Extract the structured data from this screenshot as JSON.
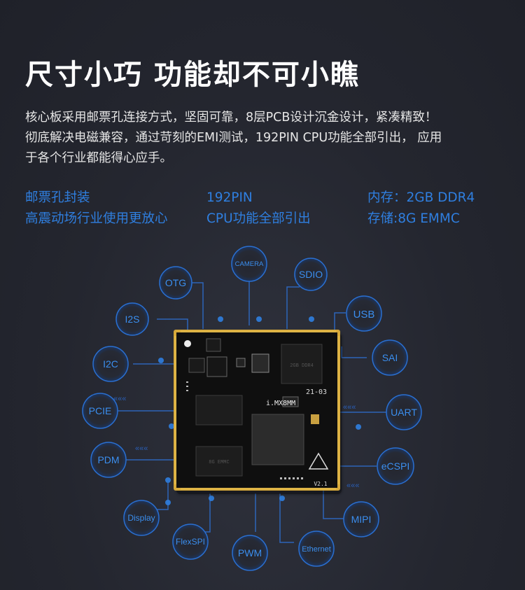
{
  "title": "尺寸小巧  功能却不可小瞧",
  "description": {
    "line1": "核心板采用邮票孔连接方式，坚固可靠，8层PCB设计沉金设计，紧凑精致！",
    "line2": "彻底解决电磁兼容，通过苛刻的EMI测试，192PIN CPU功能全部引出， 应用",
    "line3": "于各个行业都能得心应手。"
  },
  "specs": [
    {
      "line1": "邮票孔封装",
      "line2": "高震动场行业使用更放心"
    },
    {
      "line1": "192PIN",
      "line2": "CPU功能全部引出"
    },
    {
      "line1": "内存：2GB DDR4",
      "line2": "存储:8G EMMC"
    }
  ],
  "interfaces": {
    "camera": "CAMERA",
    "otg": "OTG",
    "sdio": "SDIO",
    "i2s": "I2S",
    "usb": "USB",
    "i2c": "I2C",
    "sai": "SAI",
    "pcie": "PCIE",
    "uart": "UART",
    "pdm": "PDM",
    "ecspi": "eCSPI",
    "display": "Display",
    "mipi": "MIPI",
    "flexspi": "FlexSPI",
    "pwm": "PWM",
    "ethernet": "Ethernet"
  },
  "board": {
    "soc_label": "i.MX8MM",
    "date_code": "21-03",
    "version": "V2.1",
    "ram_chip": "2GB DDR4",
    "emmc_chip": "8G EMMC"
  },
  "colors": {
    "accent": "#2f7fe0",
    "bubble_stroke": "#2a6fd0",
    "board_gold": "#d7a93a",
    "background": "#24262f"
  }
}
